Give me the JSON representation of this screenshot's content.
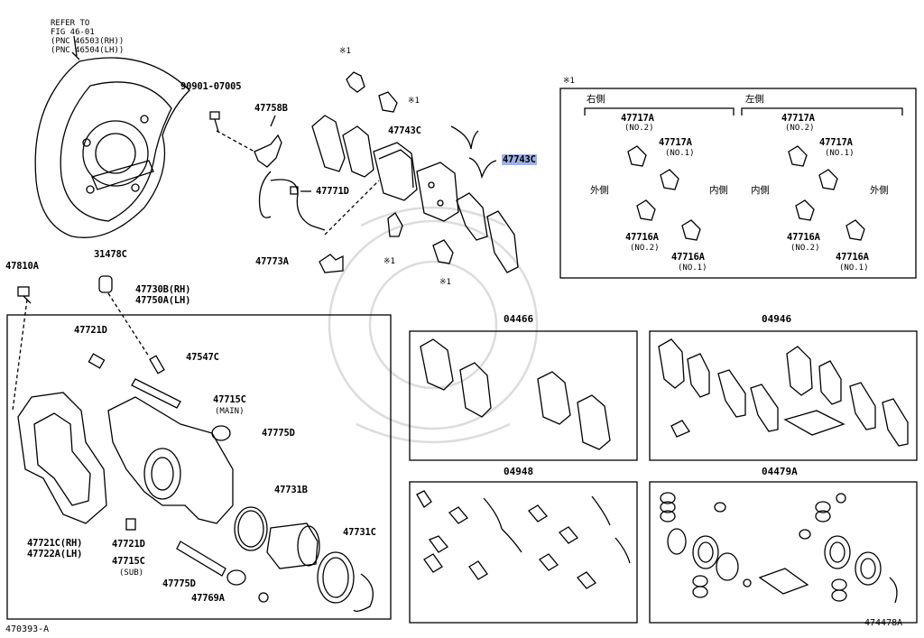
{
  "refer_note": [
    "REFER TO",
    "FIG 46-01",
    "(PNC 46503(RH))",
    "(PNC 46504(LH))"
  ],
  "labels": {
    "p90901": "90901-07005",
    "p47758b": "47758B",
    "p47743c_a": "47743C",
    "p47743c_b": "47743C",
    "p47771d": "47771D",
    "p47773a": "47773A",
    "star1": "※1",
    "p47810a": "47810A",
    "p31478c": "31478C",
    "p47730b": "47730B(RH)",
    "p47750a": "47750A(LH)",
    "p47721d_a": "47721D",
    "p47547c": "47547C",
    "p47715c_main": "47715C",
    "main": "(MAIN)",
    "p47775d_a": "47775D",
    "p47731b": "47731B",
    "p47721c": "47721C(RH)",
    "p47722a": "47722A(LH)",
    "p47721d_b": "47721D",
    "p47715c_sub": "47715C",
    "sub": "(SUB)",
    "p47775d_b": "47775D",
    "p47769a": "47769A",
    "p47731c": "47731C",
    "fig_left": "470393-A",
    "fig_right": "474478A"
  },
  "detail_box": {
    "mark": "※1",
    "right_side": "右側",
    "left_side": "左側",
    "outer": "外側",
    "inner": "内側",
    "p47717a": "47717A",
    "no2": "(NO.2)",
    "no1": "(NO.1)",
    "p47716a": "47716A"
  },
  "kits": {
    "k04466": "04466",
    "k04946": "04946",
    "k04948": "04948",
    "k04479a": "04479A"
  },
  "colors": {
    "line": "#000000",
    "highlight": "#9fb2e8",
    "watermark": "#d8d8d8"
  }
}
